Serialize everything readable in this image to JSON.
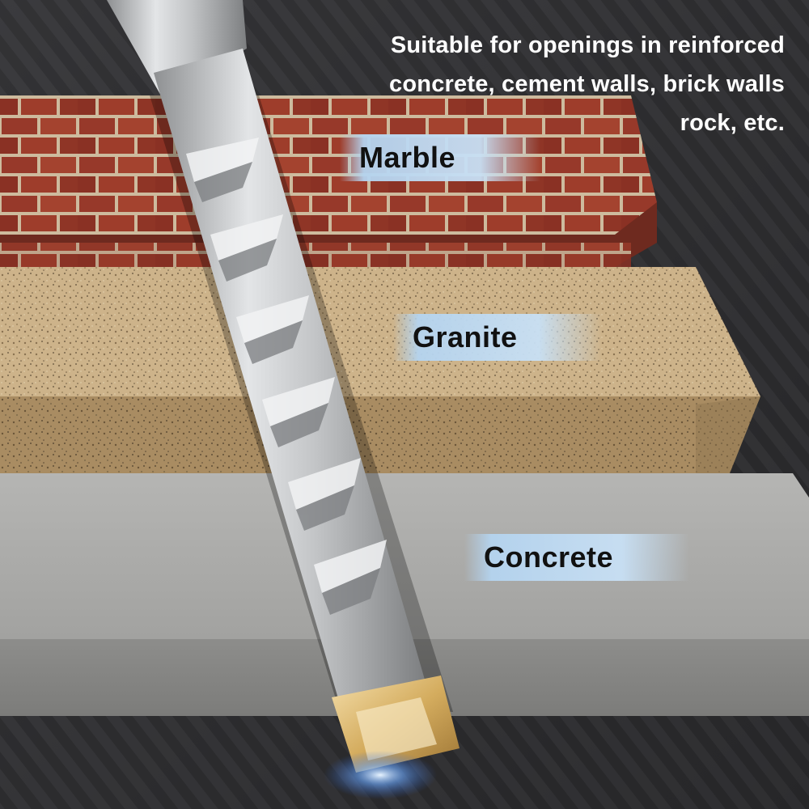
{
  "headline": {
    "lines": [
      "Suitable for openings in reinforced",
      "concrete, cement walls, brick walls",
      "rock, etc."
    ]
  },
  "labels": {
    "marble": "Marble",
    "granite": "Granite",
    "concrete": "Concrete"
  },
  "colors": {
    "background": "#2a2a2c",
    "brick": "#8f3324",
    "mortar": "#c9b79a",
    "granite": "#c8ae83",
    "concrete": "#9a9a98",
    "drill": "#c4c6c8",
    "carbide_tip": "#d8b46a",
    "label_bg": "#b9d6ef"
  }
}
